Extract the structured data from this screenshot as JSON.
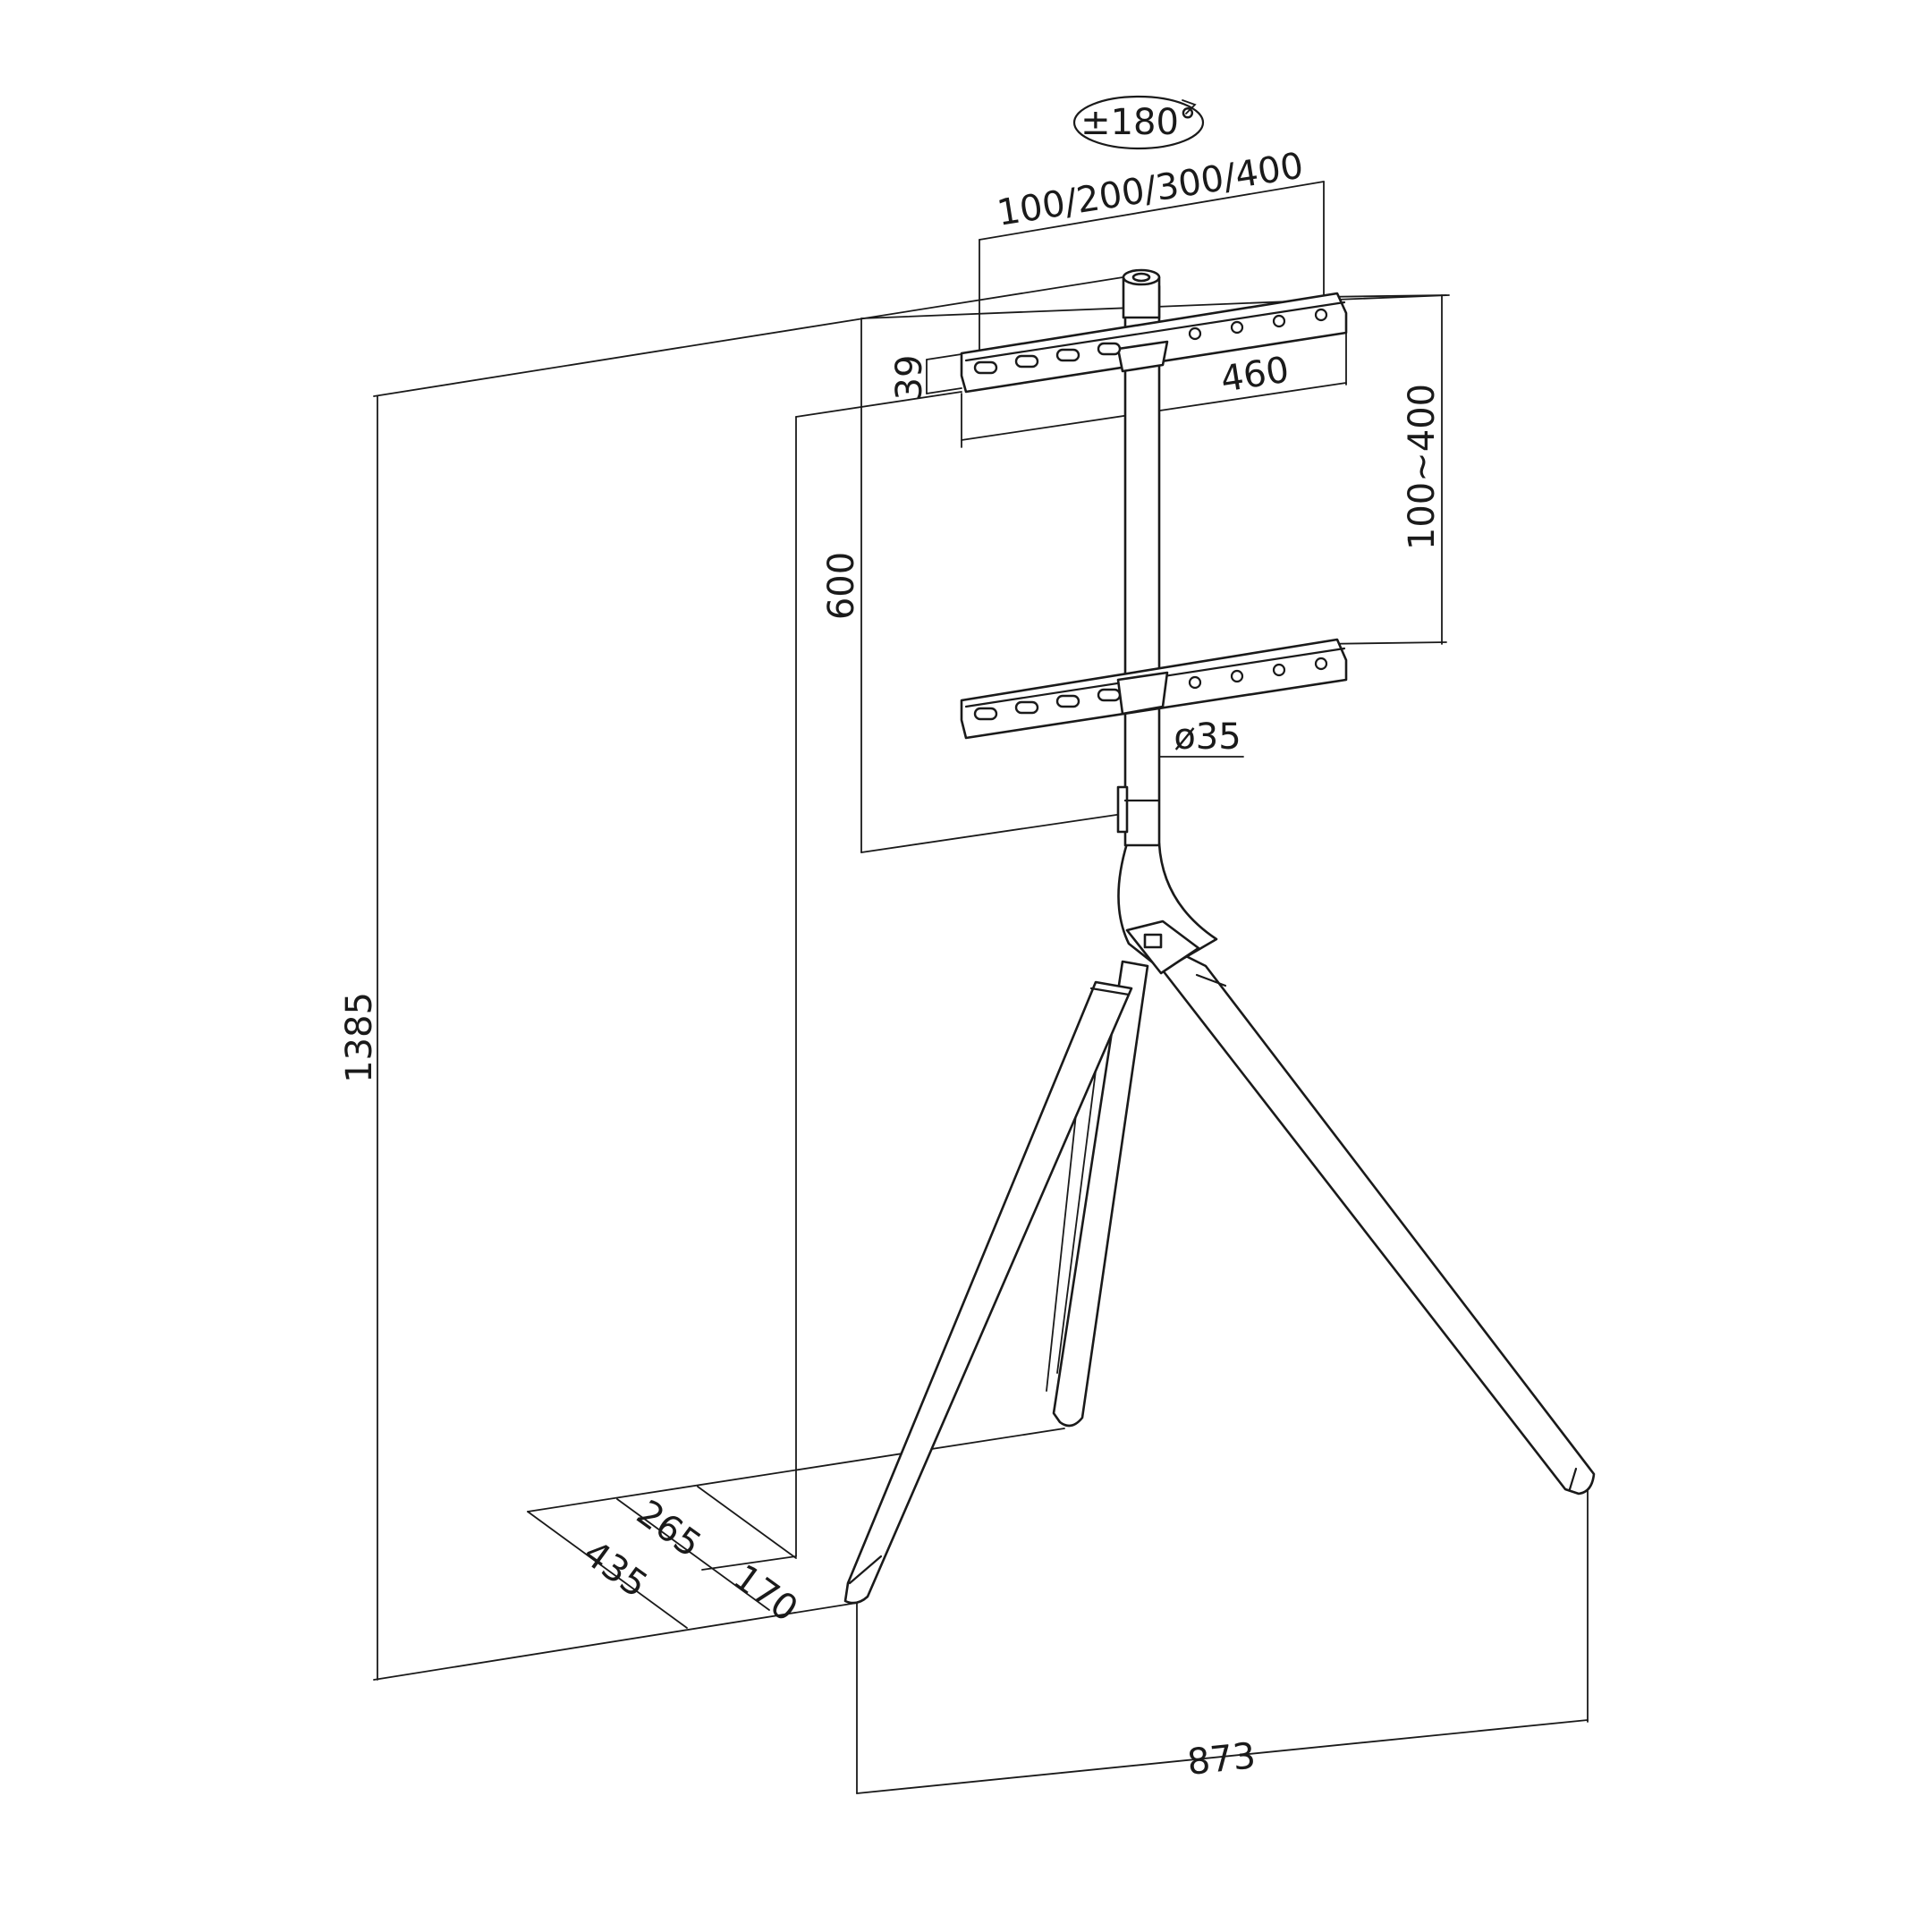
{
  "drawing": {
    "rotation_label": "±180°",
    "dimensions": {
      "vesa_width": "100/200/300/400",
      "bracket_height": "39",
      "bracket_length": "460",
      "vesa_height": "100~400",
      "bracket_travel": "600",
      "pole_diameter": "ø35",
      "overall_height": "1385",
      "base_depth_inner": "265",
      "base_depth_outer": "435",
      "base_offset": "170",
      "base_width": "873"
    },
    "colors": {
      "line": "#1a1a1a",
      "background": "#ffffff"
    }
  }
}
